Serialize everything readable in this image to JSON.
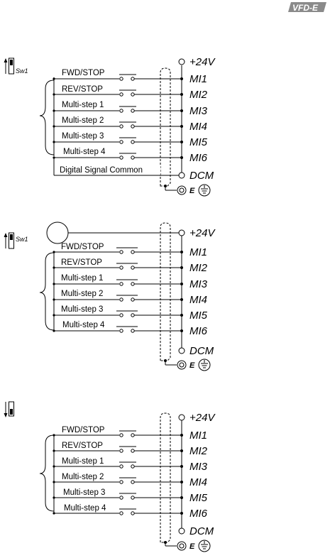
{
  "brand": {
    "logo_text": "VFD-E"
  },
  "switch": {
    "label": "Sw1"
  },
  "terminals": {
    "plus24": "+24V",
    "mi1": "MI1",
    "mi2": "MI2",
    "mi3": "MI3",
    "mi4": "MI4",
    "mi5": "MI5",
    "mi6": "MI6",
    "dcm": "DCM",
    "e": "E"
  },
  "inputs": {
    "fwd": "FWD/STOP",
    "rev": "REV/STOP",
    "ms1": "Multi-step 1",
    "ms2": "Multi-step 2",
    "ms3": "Multi-step 3",
    "ms4": "Multi-step 4"
  },
  "common": {
    "label": "Digital Signal Common"
  },
  "diagrams": [
    {
      "id": "npn",
      "switch_direction": "up",
      "external_supply": false,
      "common_line": true
    },
    {
      "id": "pnp-external",
      "switch_direction": "up",
      "external_supply": true,
      "common_line": false
    },
    {
      "id": "pnp-internal",
      "switch_direction": "down",
      "external_supply": false,
      "common_line": false
    }
  ]
}
